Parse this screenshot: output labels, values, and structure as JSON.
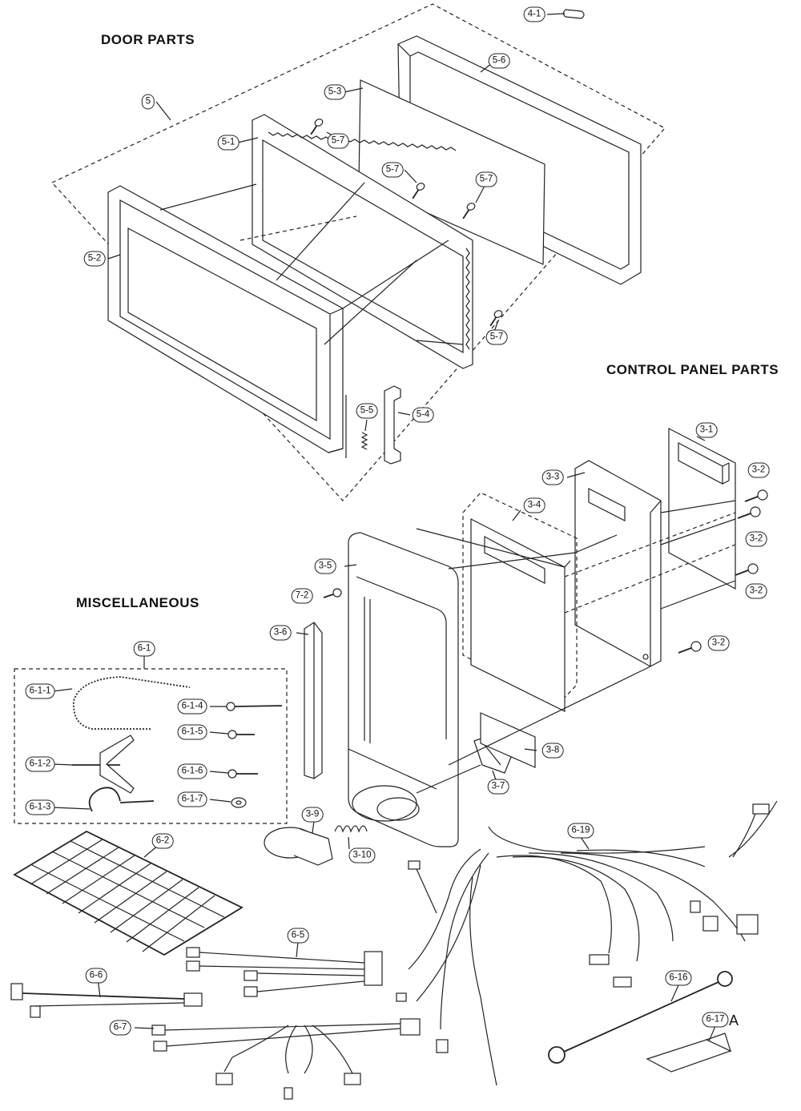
{
  "headings": {
    "door_parts": "DOOR  PARTS",
    "control_panel_parts": "CONTROL PANEL PARTS",
    "miscellaneous": "MISCELLANEOUS"
  },
  "callouts": {
    "c4_1": "4-1",
    "c5": "5",
    "c5_1": "5-1",
    "c5_2": "5-2",
    "c5_3": "5-3",
    "c5_4": "5-4",
    "c5_5": "5-5",
    "c5_6": "5-6",
    "c5_7a": "5-7",
    "c5_7b": "5-7",
    "c5_7c": "5-7",
    "c5_7d": "5-7",
    "c3_1": "3-1",
    "c3_2a": "3-2",
    "c3_2b": "3-2",
    "c3_2c": "3-2",
    "c3_2d": "3-2",
    "c3_3": "3-3",
    "c3_4": "3-4",
    "c3_5": "3-5",
    "c3_6": "3-6",
    "c3_7": "3-7",
    "c3_8": "3-8",
    "c3_9": "3-9",
    "c3_10": "3-10",
    "c7_2": "7-2",
    "c6_1": "6-1",
    "c6_1_1": "6-1-1",
    "c6_1_2": "6-1-2",
    "c6_1_3": "6-1-3",
    "c6_1_4": "6-1-4",
    "c6_1_5": "6-1-5",
    "c6_1_6": "6-1-6",
    "c6_1_7": "6-1-7",
    "c6_2": "6-2",
    "c6_5": "6-5",
    "c6_6": "6-6",
    "c6_7": "6-7",
    "c6_16": "6-16",
    "c6_17": "6-17",
    "c6_19": "6-19"
  },
  "marks": {
    "a": "A"
  }
}
